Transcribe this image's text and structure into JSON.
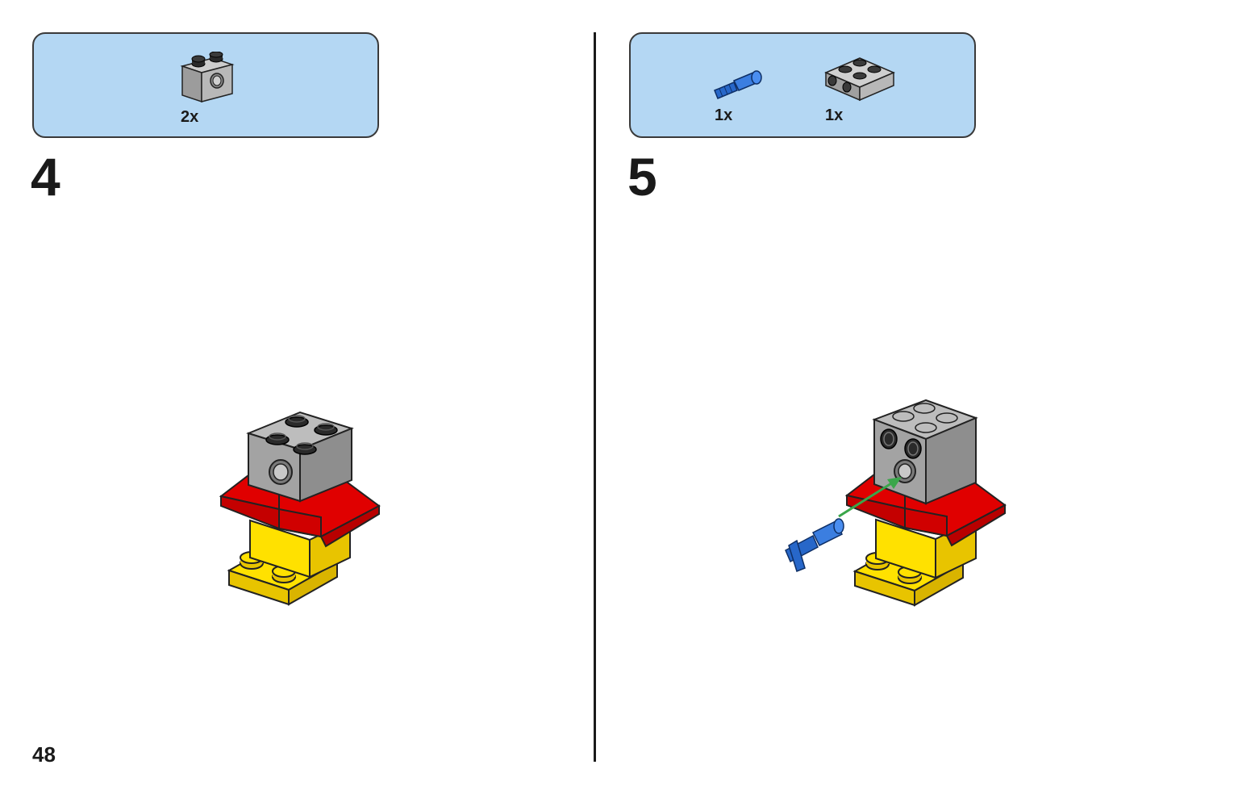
{
  "page": {
    "number": "48"
  },
  "left_step": {
    "number": "4",
    "parts": [
      {
        "name": "light-gray-technic-brick-1x2",
        "quantity": "2x"
      }
    ]
  },
  "right_step": {
    "number": "5",
    "parts": [
      {
        "name": "blue-axle-pin",
        "quantity": "1x"
      },
      {
        "name": "light-gray-brick-2x2-with-studs-on-side",
        "quantity": "1x"
      }
    ]
  },
  "colors": {
    "parts_box": "#b4d7f3",
    "gray": "#a3a3a3",
    "red": "#e00000",
    "yellow": "#ffe100",
    "blue": "#2767c9",
    "arrow": "#3aa64a"
  }
}
